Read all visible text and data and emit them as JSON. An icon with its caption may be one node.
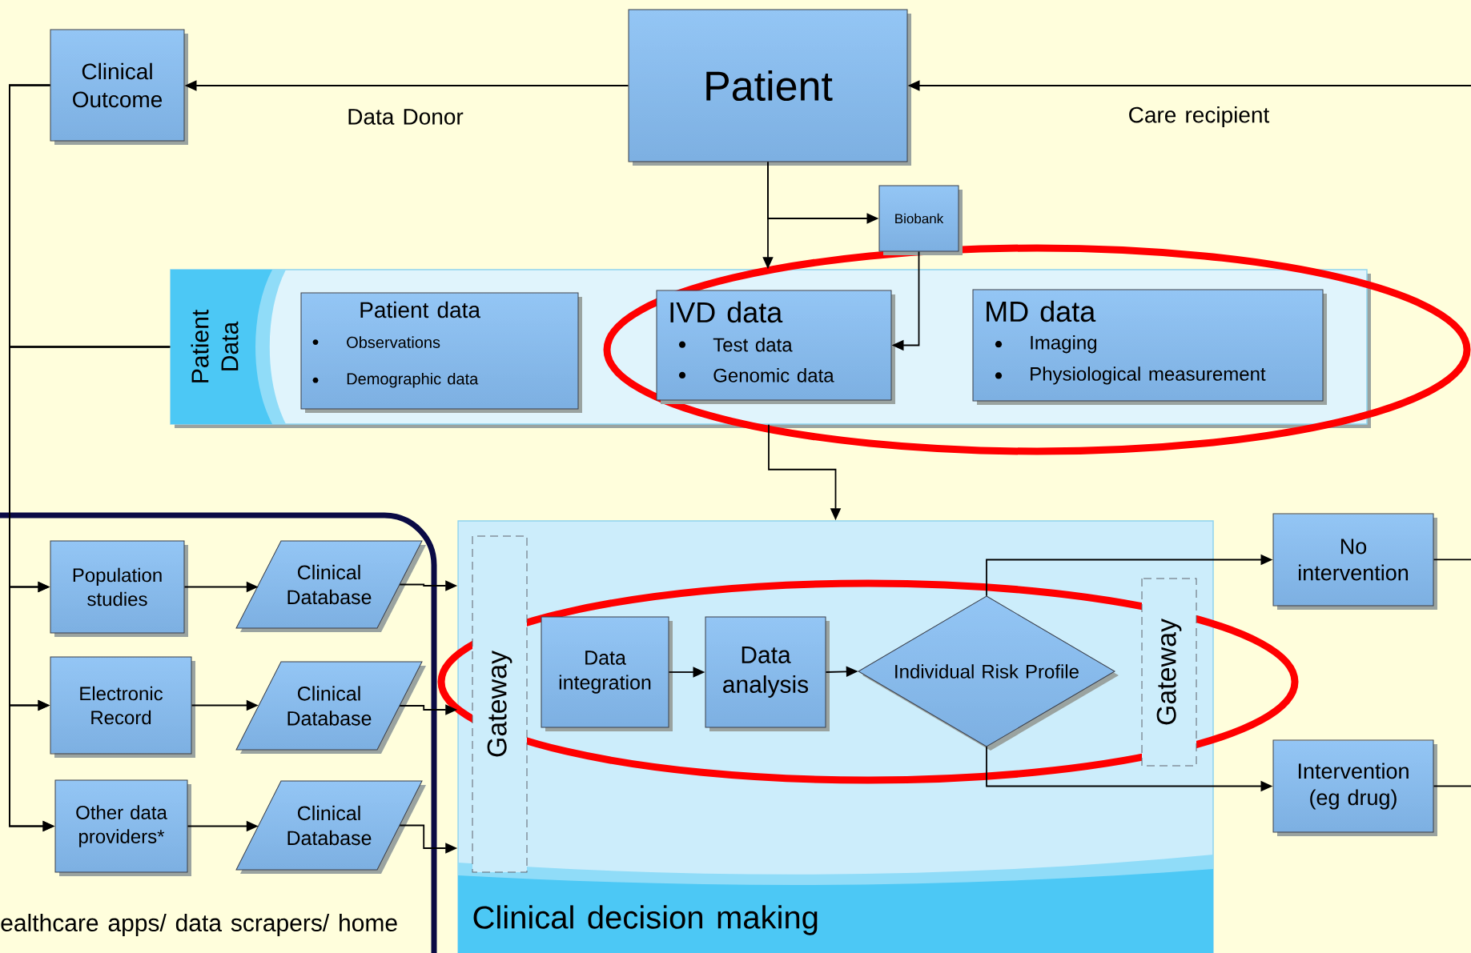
{
  "diagram": {
    "nodes": [
      {
        "text": [
          "Clinical Outcome"
        ]
      },
      {
        "text": [
          "Patient"
        ]
      },
      {
        "text": [
          "Biobank"
        ]
      },
      {
        "text": [
          "Patient Data"
        ]
      },
      {
        "text": [
          "Patient data",
          "Observations",
          "Demographic data"
        ],
        "in": 3
      },
      {
        "text": [
          "IVD data",
          "Test data",
          "Genomic data"
        ],
        "in": 3
      },
      {
        "text": [
          "MD data",
          "Imaging",
          "Physiological measurement"
        ],
        "in": 3
      },
      {
        "text": [
          "Population studies"
        ]
      },
      {
        "text": [
          "Clinical Database"
        ]
      },
      {
        "text": [
          "Electronic Record"
        ]
      },
      {
        "text": [
          "Clinical Database"
        ]
      },
      {
        "text": [
          "Other data providers*"
        ]
      },
      {
        "text": [
          "Clinical Database"
        ]
      },
      {
        "text": [
          "Clinical decision making"
        ]
      },
      {
        "text": [
          "Gateway"
        ],
        "in": 13
      },
      {
        "text": [
          "Data integration"
        ],
        "in": 13
      },
      {
        "text": [
          "Data analysis"
        ],
        "in": 13
      },
      {
        "text": [
          "Individual Risk Profile"
        ],
        "in": 13
      },
      {
        "text": [
          "Gateway"
        ],
        "in": 13
      },
      {
        "text": [
          "No intervention"
        ]
      },
      {
        "text": [
          "Intervention (eg drug)"
        ]
      }
    ],
    "edges": [
      {
        "from": 1,
        "to": 0,
        "arrow": "to",
        "label": "Data Donor"
      },
      {
        "from": null,
        "to": 1,
        "arrow": "to",
        "label": "Care recipient"
      },
      {
        "from": 1,
        "to": 2,
        "arrow": "to"
      },
      {
        "from": 1,
        "to": 3,
        "arrow": "to"
      },
      {
        "from": 2,
        "to": 5,
        "arrow": "to"
      },
      {
        "from": 3,
        "to": 13,
        "arrow": "to"
      },
      {
        "from": 0,
        "to": 7,
        "arrow": "to"
      },
      {
        "from": 0,
        "to": 9,
        "arrow": "to"
      },
      {
        "from": 0,
        "to": 11,
        "arrow": "to"
      },
      {
        "from": 3,
        "to": 7,
        "arrow": "to"
      },
      {
        "from": 3,
        "to": 9,
        "arrow": "to"
      },
      {
        "from": 3,
        "to": 11,
        "arrow": "to"
      },
      {
        "from": 7,
        "to": 8,
        "arrow": "to"
      },
      {
        "from": 9,
        "to": 10,
        "arrow": "to"
      },
      {
        "from": 11,
        "to": 12,
        "arrow": "to"
      },
      {
        "from": 8,
        "to": 13,
        "arrow": "to"
      },
      {
        "from": 10,
        "to": 13,
        "arrow": "to"
      },
      {
        "from": 12,
        "to": 13,
        "arrow": "to"
      },
      {
        "from": 15,
        "to": 16,
        "arrow": "to"
      },
      {
        "from": 16,
        "to": 17,
        "arrow": "to"
      },
      {
        "from": 17,
        "to": 19,
        "arrow": "to"
      },
      {
        "from": 17,
        "to": 20,
        "arrow": "to"
      },
      {
        "from": 19,
        "to": null,
        "arrow": "none"
      },
      {
        "from": 20,
        "to": null,
        "arrow": "none"
      }
    ],
    "labels": [
      "ealthcare apps/ data scrapers/ home"
    ]
  }
}
